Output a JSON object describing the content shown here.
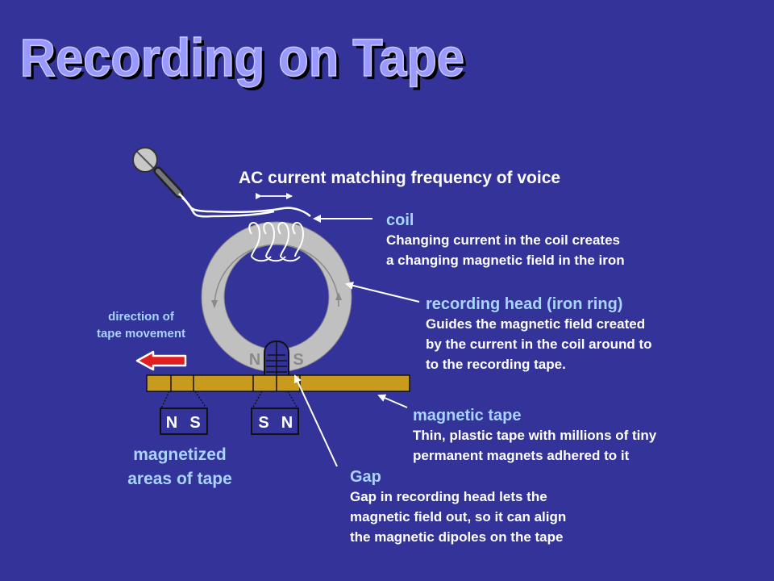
{
  "title": "Recording on Tape",
  "ac_current_label": "AC current matching frequency of voice",
  "coil": {
    "heading": "coil",
    "lines": [
      "Changing current in the coil creates",
      "a changing magnetic field in the iron"
    ]
  },
  "recording_head": {
    "heading": "recording head  (iron ring)",
    "lines": [
      "Guides the magnetic field created",
      "by the current in the coil around to",
      "to the recording tape."
    ]
  },
  "direction": {
    "lines": [
      "direction of",
      "tape movement"
    ]
  },
  "magnetic_tape": {
    "heading": "magnetic tape",
    "lines": [
      "Thin, plastic tape with millions of tiny",
      "permanent magnets adhered to it"
    ]
  },
  "gap": {
    "heading": "Gap",
    "lines": [
      "Gap in recording head lets the",
      "magnetic field out, so it can align",
      "the magnetic dipoles on the tape"
    ]
  },
  "magnetized": {
    "lines": [
      "magnetized",
      "areas of tape"
    ]
  },
  "ring_poles": {
    "left": "N",
    "right": "S"
  },
  "magnet_left": {
    "left": "N",
    "right": "S"
  },
  "magnet_right": {
    "left": "S",
    "right": "N"
  },
  "colors": {
    "background": "#333399",
    "heading": "#a8d4ff",
    "tape": "#c89a1e",
    "ring": "#c0c0c0",
    "arrow": "#e02020",
    "title": "#9999ff"
  }
}
